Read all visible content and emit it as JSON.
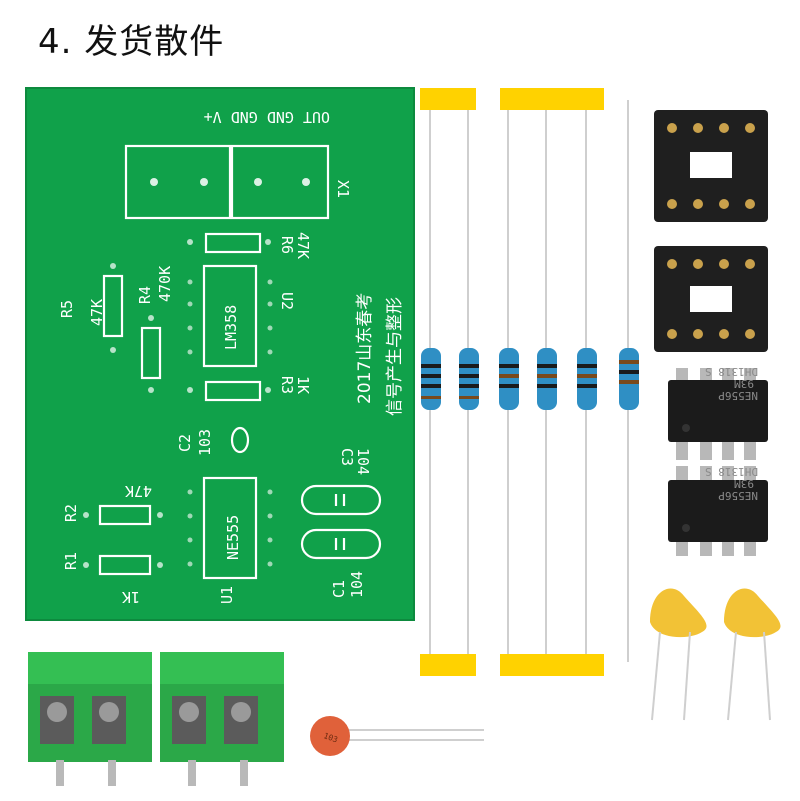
{
  "page": {
    "title": "4. 发货散件"
  },
  "pcb": {
    "header": "OUT GND GND V+",
    "x1": "X1",
    "r6": "R6",
    "r6_val": "47K",
    "r5": "R5",
    "r5_val": "47K",
    "r4": "R4",
    "r4_val": "470K",
    "lm358": "LM358",
    "u2": "U2",
    "r3": "R3",
    "r3_val": "1K",
    "c2": "C2",
    "c2_val": "103",
    "r2": "R2",
    "r2_val": "47K",
    "c3": "C3",
    "c3_val": "104",
    "ne555": "NE555",
    "r1": "R1",
    "r1_val": "1K",
    "c1": "C1",
    "c1_val": "104",
    "u1": "U1",
    "credit_line1": "2017山东春考",
    "credit_line2": "信号产生与整形"
  },
  "chips": {
    "line1": "NE556P",
    "line2": "93M",
    "line3": "DH1318 S"
  },
  "ceramic_cap": {
    "label": "103"
  },
  "colors": {
    "pcb_green": "#10a14a",
    "tape_yellow": "#ffd200",
    "terminal_green": "#2ba848"
  }
}
